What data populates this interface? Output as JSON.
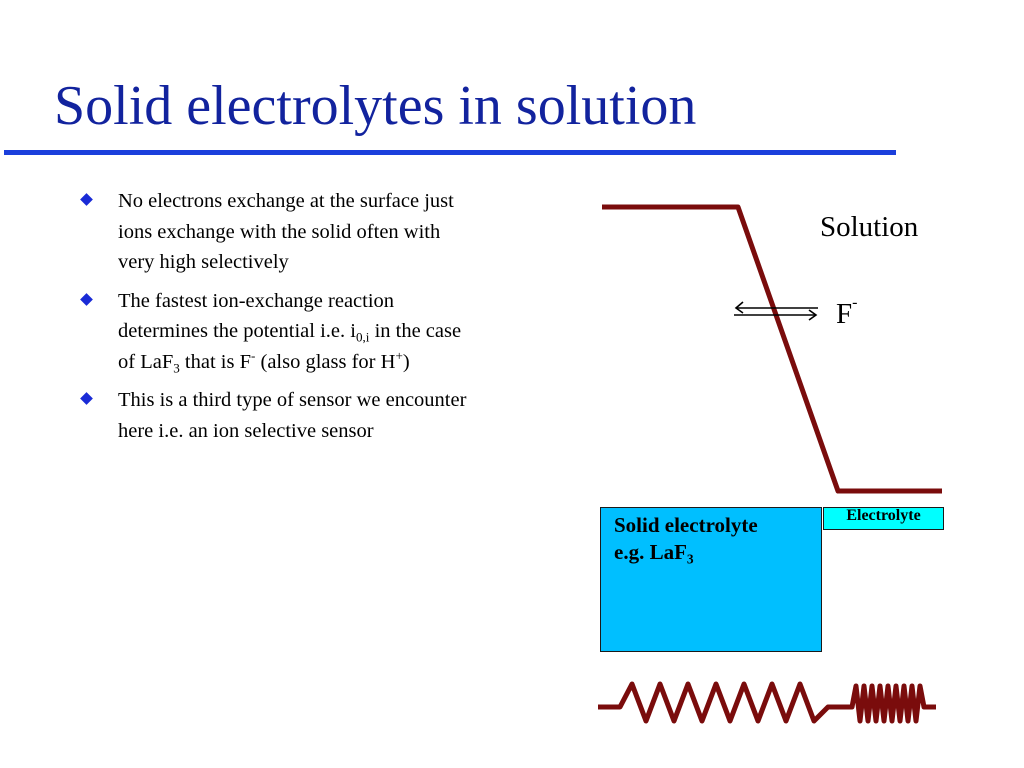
{
  "slide": {
    "title": "Solid electrolytes in solution",
    "colors": {
      "title": "#12239e",
      "rule": "#1b3fdc",
      "bullet": "#1a2bd6",
      "curve": "#7a0c0c",
      "solid": "#00bfff",
      "electrolyte": "#00ffff"
    }
  },
  "bullets": {
    "b1": {
      "text": "No electrons exchange at the surface just ions exchange with the solid often with very high selectively"
    },
    "b2": {
      "t1": "The fastest ion-exchange reaction determines the potential i.e. i",
      "sub1": "0,i",
      "t2": " in the case of LaF",
      "sub2": "3",
      "t3": " that is F",
      "sup1": "-",
      "t4": " (also glass for H",
      "sup2": "+",
      "t5": ")"
    },
    "b3": {
      "text": "This is a third type of sensor we encounter here i.e. an ion selective sensor"
    }
  },
  "diagram": {
    "solution_label": "Solution",
    "ion": {
      "base": "F",
      "charge": "-"
    },
    "solid_box": {
      "line1": "Solid electrolyte",
      "line2_text": "e.g. LaF",
      "line2_sub": "3"
    },
    "electrolyte_label": "Electrolyte"
  }
}
